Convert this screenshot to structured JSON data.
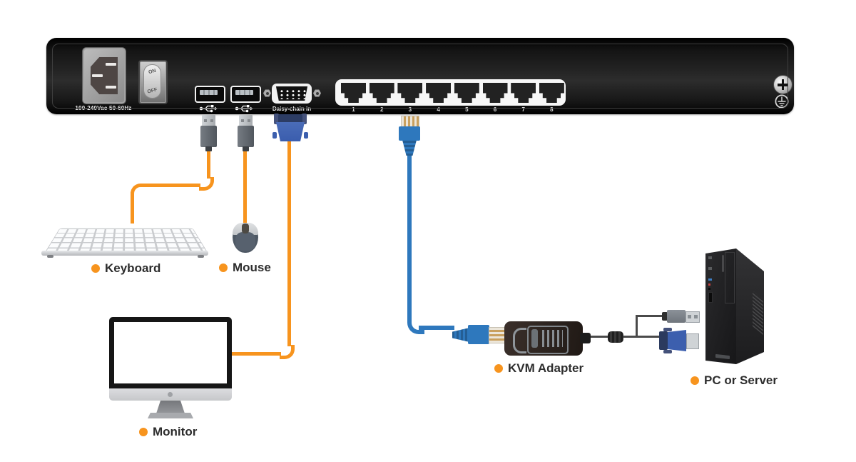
{
  "panel": {
    "power_rating": "100-240Vac 50-60Hz",
    "switch": {
      "on": "ON",
      "off": "OFF"
    },
    "daisy_chain_label": "Daisy-chain in",
    "port_numbers": [
      "1",
      "2",
      "3",
      "4",
      "5",
      "6",
      "7",
      "8"
    ]
  },
  "labels": {
    "keyboard": "Keyboard",
    "mouse": "Mouse",
    "monitor": "Monitor",
    "kvm_adapter": "KVM Adapter",
    "pc_or_server": "PC or Server"
  },
  "colors": {
    "accent_orange": "#F7941E",
    "cable_blue": "#2E78BD",
    "vga_blue": "#3C5FAE",
    "panel_black": "#141414",
    "label_text": "#2D2D2D"
  },
  "connections": [
    {
      "from": "USB port 1",
      "to": "Keyboard",
      "cable": "orange USB"
    },
    {
      "from": "USB port 2",
      "to": "Mouse",
      "cable": "orange USB"
    },
    {
      "from": "Daisy-chain in",
      "to": "Monitor",
      "cable": "orange VGA"
    },
    {
      "from": "KVM port 3",
      "to": "KVM Adapter",
      "cable": "blue Cat5"
    },
    {
      "from": "KVM Adapter",
      "to": "PC or Server",
      "cable": "USB + VGA"
    }
  ]
}
